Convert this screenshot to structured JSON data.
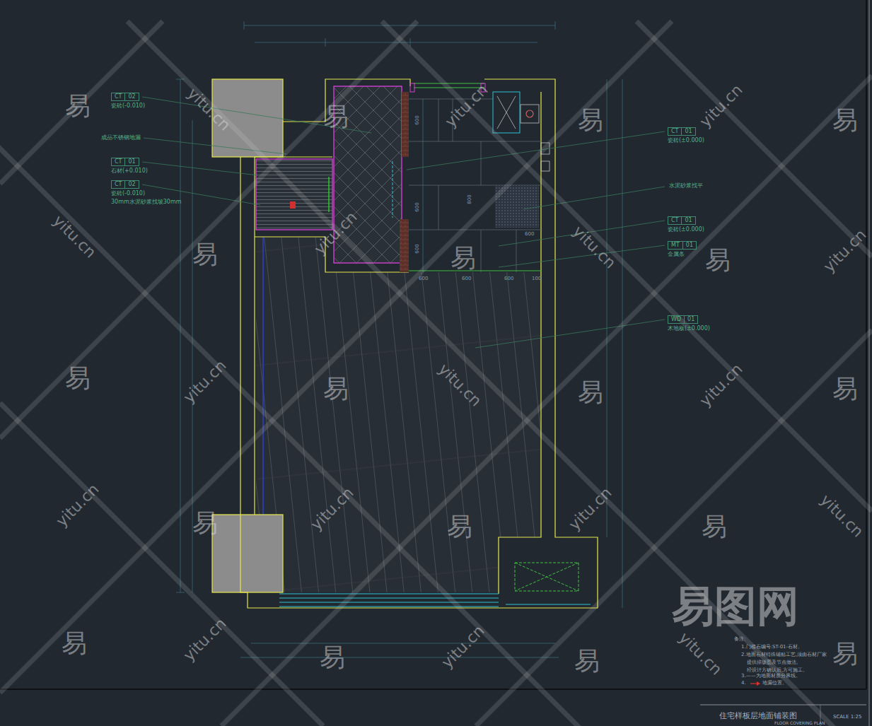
{
  "diagram": {
    "title": "住宅样板层地面铺装图",
    "nodes": [
      {
        "text": [
          "CT",
          "02",
          "瓷砖(-0.010)"
        ]
      },
      {
        "text": [
          "CT",
          "01",
          "石材(+0.010)"
        ]
      },
      {
        "text": [
          "CT",
          "02",
          "瓷砖(-0.010)",
          "30mm水泥砂浆找坡30mm"
        ]
      },
      {
        "text": [
          "CT",
          "01",
          "瓷砖(±0.000)"
        ]
      },
      {
        "text": [
          "CT",
          "01",
          "瓷砖(±0.000)"
        ]
      },
      {
        "text": [
          "MT",
          "01",
          "金属条"
        ]
      },
      {
        "text": [
          "WD",
          "01",
          "木地板(±0.000)"
        ]
      }
    ],
    "labels": [
      "成品不锈钢地漏",
      "水泥砂浆找平",
      "600",
      "600",
      "600",
      "100",
      "600",
      "600",
      "600",
      "800",
      "600",
      "备注:",
      "1.门槛石编号:ST-01-石材。",
      "2.地面石材特殊铺贴工艺,须由石材厂家",
      "提供排版图及节点做法,",
      "经设计方确认后,方可施工。",
      "3.——为地面材质分界线。",
      "4.",
      "地漏位置。",
      "SCALE 1:25",
      "FLOOR COVERING PLAN",
      "易图网",
      "易",
      "易",
      "易",
      "易",
      "易",
      "易",
      "易",
      "易",
      "易",
      "易",
      "易",
      "易",
      "易",
      "易",
      "易",
      "易",
      "易",
      "易",
      "yitu.cn",
      "yitu.cn",
      "yitu.cn",
      "yitu.cn",
      "yitu.cn",
      "yitu.cn",
      "yitu.cn",
      "yitu.cn",
      "yitu.cn",
      "yitu.cn",
      "yitu.cn",
      "yitu.cn",
      "yitu.cn",
      "yitu.cn",
      "yitu.cn",
      "yitu.cn",
      "yitu.cn"
    ]
  }
}
